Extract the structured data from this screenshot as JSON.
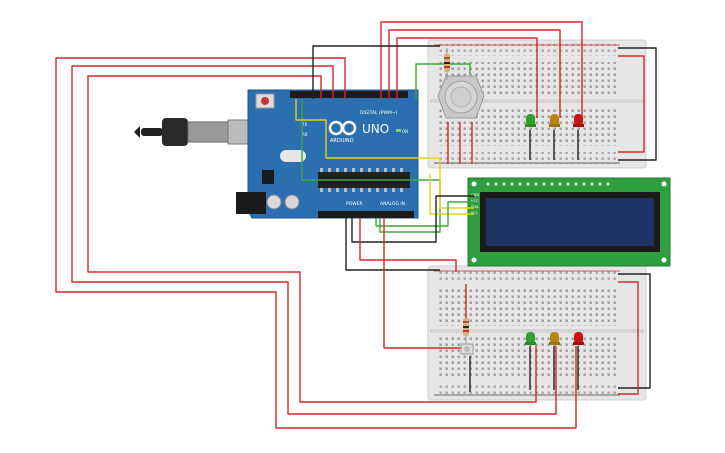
{
  "colors": {
    "background": "#ffffff",
    "arduino_board": "#2b6fb0",
    "breadboard": "#e8e8e8",
    "wire_red": "#d62828",
    "wire_black": "#222222",
    "wire_yellow": "#e6cf1e",
    "wire_green": "#3aa83a",
    "lcd_pcb": "#2e9e3e",
    "lcd_screen": "#1e3264",
    "led_green": "#2fa02f",
    "led_yellow": "#b8860b",
    "led_red": "#c81414",
    "sensor_grey": "#c8c8c8"
  },
  "arduino": {
    "logo_text": "ARDUINO",
    "model_text": "UNO",
    "digital_label": "DIGITAL (PWM~)",
    "power_label": "POWER",
    "analog_label": "ANALOG IN",
    "tx_label": "TX",
    "rx_label": "RX",
    "on_label": "ON"
  },
  "lcd": {
    "pin_labels": [
      "GND",
      "VCC",
      "SDA",
      "SCL"
    ]
  },
  "components": {
    "usb_cable": "usb-cable-icon",
    "gas_sensor": "gas-sensor-icon",
    "potentiometer": "potentiometer-icon",
    "resistor": "resistor-icon",
    "led": "led-icon"
  }
}
